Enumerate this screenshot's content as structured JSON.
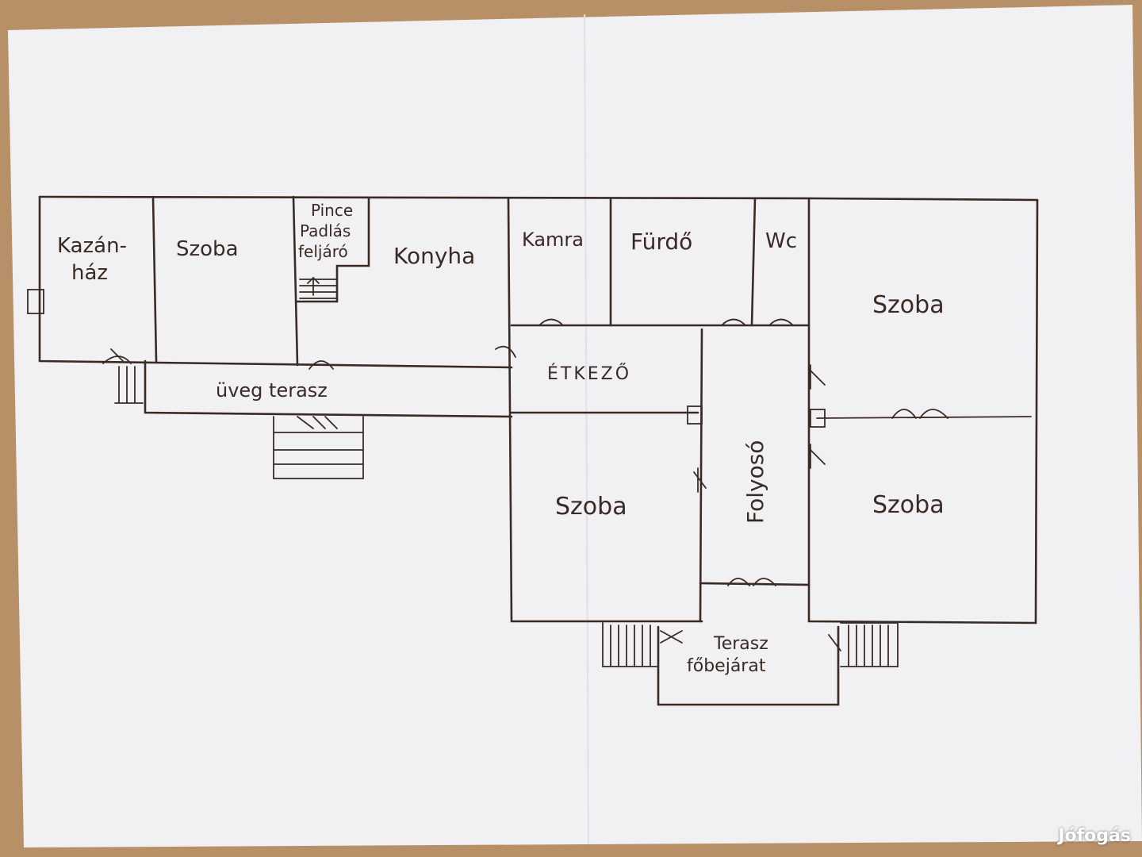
{
  "plan": {
    "rooms": {
      "kazanhaz_line1": "Kazán-",
      "kazanhaz_line2": "ház",
      "szoba_1": "Szoba",
      "pince_line1": "Pince",
      "pince_line2": "Padlás",
      "pince_line3": "feljáró",
      "konyha": "Konyha",
      "kamra": "Kamra",
      "furdo": "Fürdő",
      "wc": "Wc",
      "szoba_ne": "Szoba",
      "etkezo": "ÉTKEZŐ",
      "uveg_terasz": "üveg terasz",
      "folyoso": "Folyosó",
      "szoba_center": "Szoba",
      "szoba_se": "Szoba",
      "terasz_line1": "Terasz",
      "terasz_line2": "főbejárat"
    }
  },
  "watermark": {
    "text": "Jófogás"
  },
  "colors": {
    "paper": "#f1f0f3",
    "ink": "#3a2a24",
    "table": "#b89068"
  }
}
